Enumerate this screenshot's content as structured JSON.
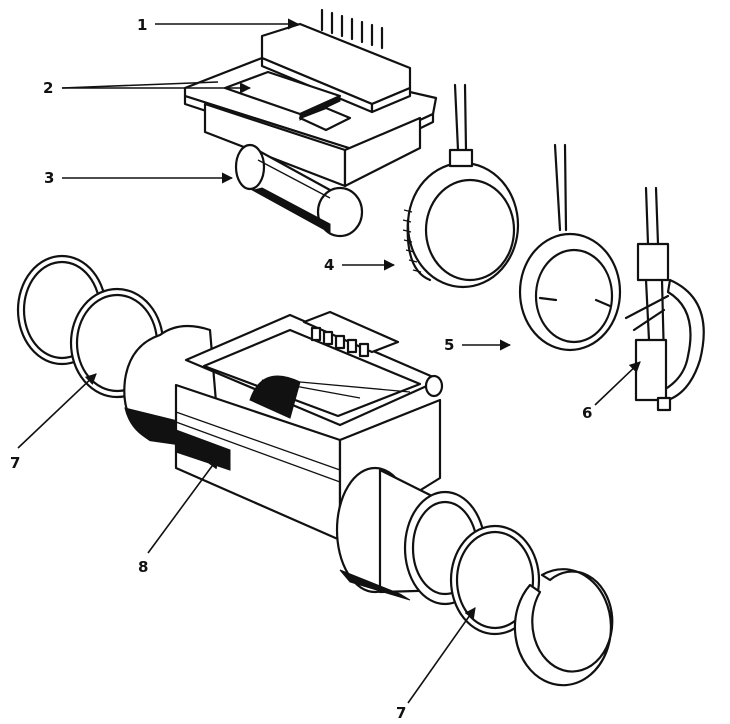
{
  "figure": {
    "callouts": {
      "c1": "1",
      "c2": "2",
      "c3": "3",
      "c4": "4",
      "c5": "5",
      "c6": "6",
      "c7a": "7",
      "c7b": "7",
      "c8": "8"
    }
  }
}
